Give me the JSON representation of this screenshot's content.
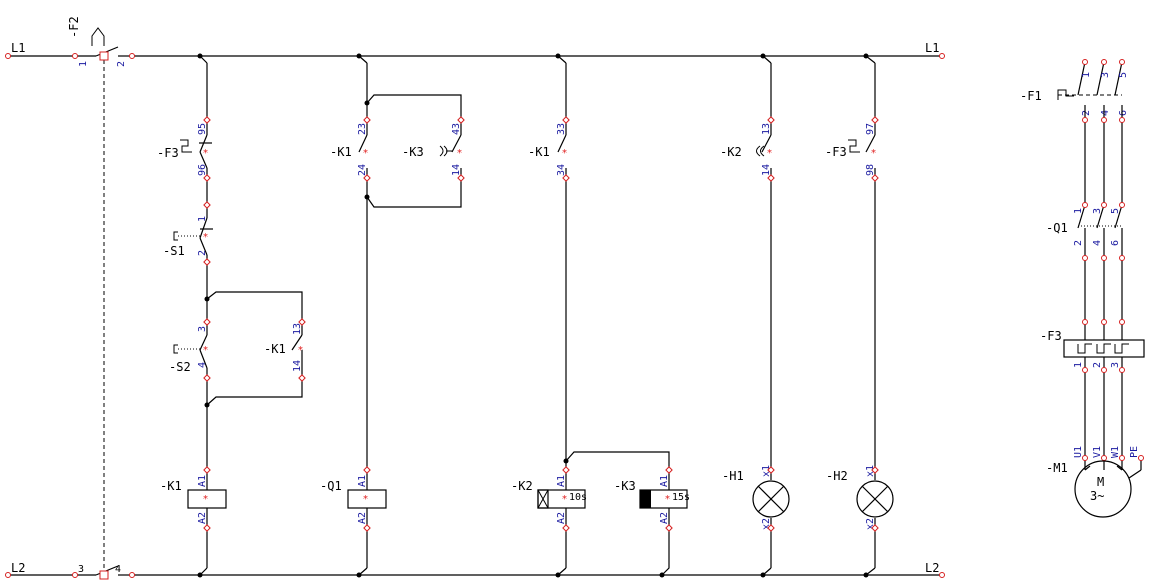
{
  "lines": {
    "l1_left": "L1",
    "l1_right": "L1",
    "l2_left": "L2",
    "l2_right": "L2"
  },
  "devices": {
    "f2": {
      "tag": "-F2",
      "pins": [
        "1",
        "2",
        "3",
        "4"
      ]
    },
    "f3": {
      "tag": "-F3",
      "pins": [
        "95",
        "96"
      ]
    },
    "s1": {
      "tag": "-S1",
      "pins": [
        "1",
        "2"
      ]
    },
    "s2": {
      "tag": "-S2",
      "pins": [
        "3",
        "4"
      ]
    },
    "k1_hold": {
      "tag": "-K1",
      "pins": [
        "13",
        "14"
      ]
    },
    "k1_coil": {
      "tag": "-K1",
      "pins": [
        "A1",
        "A2"
      ]
    },
    "k1_q1": {
      "tag": "-K1",
      "pins": [
        "23",
        "24"
      ]
    },
    "k3_bypass": {
      "tag": "-K3",
      "pins": [
        "43",
        "14"
      ]
    },
    "q1_coil": {
      "tag": "-Q1",
      "pins": [
        "A1",
        "A2"
      ]
    },
    "k1_timer": {
      "tag": "-K1",
      "pins": [
        "33",
        "34"
      ]
    },
    "k2_coil": {
      "tag": "-K2",
      "pins": [
        "A1",
        "A2"
      ],
      "time": "10s"
    },
    "k3_coil": {
      "tag": "-K3",
      "pins": [
        "A1",
        "A2"
      ],
      "time": "15s"
    },
    "k2_contact": {
      "tag": "-K2",
      "pins": [
        "13",
        "14"
      ]
    },
    "h1": {
      "tag": "-H1",
      "pins": [
        "x1",
        "x2"
      ]
    },
    "f3_alarm": {
      "tag": "-F3",
      "pins": [
        "97",
        "98"
      ]
    },
    "h2": {
      "tag": "-H2",
      "pins": [
        "x1",
        "x2"
      ]
    },
    "f1": {
      "tag": "-F1",
      "pins_top": [
        "1",
        "3",
        "5"
      ],
      "pins_bot": [
        "2",
        "4",
        "6"
      ]
    },
    "q1_main": {
      "tag": "-Q1",
      "pins_top": [
        "1",
        "3",
        "5"
      ],
      "pins_bot": [
        "2",
        "4",
        "6"
      ]
    },
    "f3_main": {
      "tag": "-F3",
      "pins_bot": [
        "1",
        "2",
        "3"
      ]
    },
    "m1": {
      "tag": "-M1",
      "pins": [
        "U1",
        "V1",
        "W1",
        "PE"
      ],
      "symbol": "M",
      "phases": "3~"
    }
  }
}
